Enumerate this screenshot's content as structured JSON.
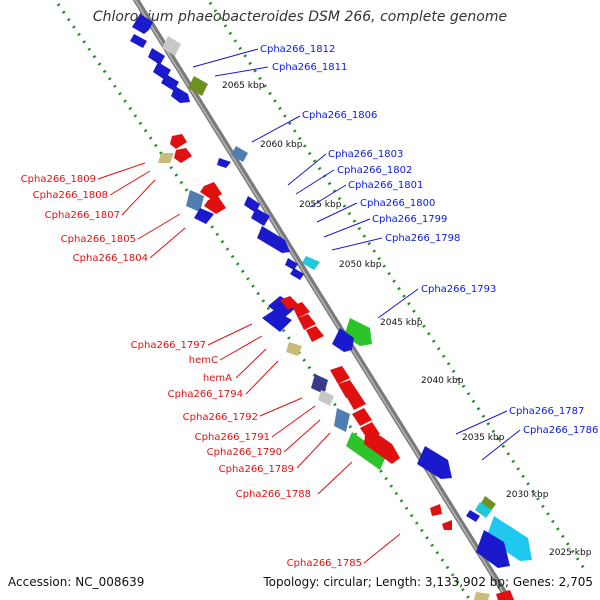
{
  "title": "Chlorobium phaeobacteroides DSM 266, complete genome",
  "accession": "Accession: NC_008639",
  "topology": "Topology: circular; Length: 3,133,902 bp; Genes: 2,705",
  "colors": {
    "forward_label": "#0a1ae0",
    "reverse_label": "#e01010",
    "backbone": "#888888",
    "tick": "#1f8f1f"
  },
  "kbp_ticks": [
    "2065 kbp",
    "2060 kbp",
    "2055 kbp",
    "2050 kbp",
    "2045 kbp",
    "2040 kbp",
    "2035 kbp",
    "2030 kbp",
    "2025 kbp"
  ],
  "forward_labels": [
    "Cpha266_1812",
    "Cpha266_1811",
    "Cpha266_1806",
    "Cpha266_1803",
    "Cpha266_1802",
    "Cpha266_1801",
    "Cpha266_1800",
    "Cpha266_1799",
    "Cpha266_1798",
    "Cpha266_1793",
    "Cpha266_1787",
    "Cpha266_1786"
  ],
  "reverse_labels": [
    "Cpha266_1809",
    "Cpha266_1808",
    "Cpha266_1807",
    "Cpha266_1805",
    "Cpha266_1804",
    "Cpha266_1797",
    "hemC",
    "hemA",
    "Cpha266_1794",
    "Cpha266_1792",
    "Cpha266_1791",
    "Cpha266_1790",
    "Cpha266_1789",
    "Cpha266_1788",
    "Cpha266_1785"
  ]
}
